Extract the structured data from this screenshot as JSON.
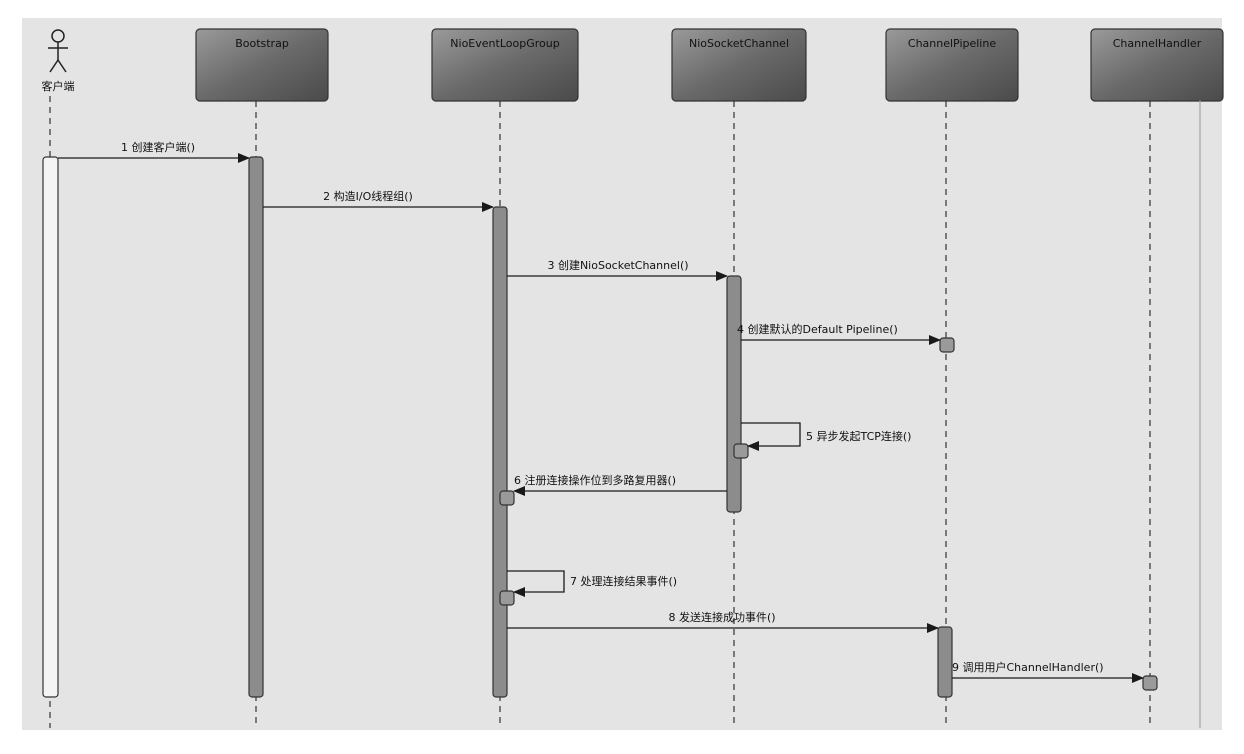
{
  "diagram": {
    "actor": {
      "label": "客户端"
    },
    "participants": [
      {
        "id": "bootstrap",
        "label": "Bootstrap"
      },
      {
        "id": "group",
        "label": "NioEventLoopGroup"
      },
      {
        "id": "channel",
        "label": "NioSocketChannel"
      },
      {
        "id": "pipeline",
        "label": "ChannelPipeline"
      },
      {
        "id": "handler",
        "label": "ChannelHandler"
      }
    ],
    "messages": [
      {
        "num": "1",
        "text": "1 创建客户端()"
      },
      {
        "num": "2",
        "text": "2 构造I/O线程组()"
      },
      {
        "num": "3",
        "text": "3 创建NioSocketChannel()"
      },
      {
        "num": "4",
        "text": "4 创建默认的Default Pipeline()"
      },
      {
        "num": "5",
        "text": "5 异步发起TCP连接()"
      },
      {
        "num": "6",
        "text": "6 注册连接操作位到多路复用器()"
      },
      {
        "num": "7",
        "text": "7 处理连接结果事件()"
      },
      {
        "num": "8",
        "text": "8 发送连接成功事件()"
      },
      {
        "num": "9",
        "text": "9 调用用户ChannelHandler()"
      }
    ]
  },
  "colors": {
    "canvas": "#e4e4e4",
    "participant_box": "#6f6f6f",
    "activation": "#8c8c8c",
    "client_activation": "#f4f4f4",
    "line": "#222222"
  }
}
